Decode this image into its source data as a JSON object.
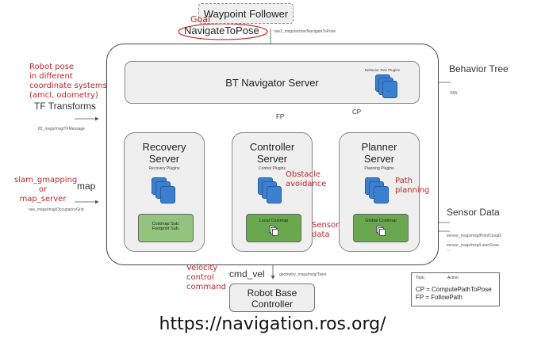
{
  "top": {
    "waypoint_follower": "Waypoint Follower",
    "goal_label": "Goal",
    "navigate_to_pose": "NavigateToPose",
    "action_msg": "nav2_msgs/action/NavigateToPose"
  },
  "left": {
    "robot_pose_note": [
      "Robot pose",
      "in different",
      "coordinate systems",
      "(amcl, odometry)"
    ],
    "tf_label": "TF Transforms",
    "tf_msg": "tf2_msgs/msg/TFMessage",
    "map_source_note": [
      "slam_gmapping",
      "or",
      "map_server"
    ],
    "map_label": "map",
    "map_msg": "nav_msgs/msg/OccupancyGrid"
  },
  "right": {
    "behavior_tree_label": "Behavior Tree",
    "xml_label": "XML",
    "sensor_data_label": "Sensor Data",
    "sensor_msgs": [
      "sensor_msgs/msg/PointCloud2",
      "...",
      "sensor_msgs/msg/LaserScan",
      "..."
    ]
  },
  "bt_navigator": {
    "title": "BT Navigator Server",
    "plugins_label": "Behavior Tree Plugins",
    "plugin_ellipsis": "..."
  },
  "connectors": {
    "fp": "FP",
    "cp": "CP"
  },
  "servers": [
    {
      "title_lines": [
        "Recovery",
        "Server"
      ],
      "plugins_label": "Recovery Plugins",
      "costmap_lines": [
        "Costmap Sub.",
        "Footprint Sub."
      ],
      "note": []
    },
    {
      "title_lines": [
        "Controller",
        "Server"
      ],
      "plugins_label": "Control Plugins",
      "costmap_lines": [
        "Local Costmap"
      ],
      "note": [
        "Obstacle",
        "avoidance"
      ]
    },
    {
      "title_lines": [
        "Planner",
        "Server"
      ],
      "plugins_label": "Planning Plugins",
      "costmap_lines": [
        "Global Costmap"
      ],
      "note": [
        "Path",
        "planning"
      ]
    }
  ],
  "sensor_note": [
    "Sensor",
    "data"
  ],
  "bottom": {
    "velocity_note": [
      "Velocity",
      "control",
      "command"
    ],
    "cmd_vel": "cmd_vel",
    "twist_msg": "geometry_msgs/msg/Twist",
    "robot_base_controller": [
      "Robot Base",
      "Controller"
    ]
  },
  "legend": {
    "topic": "Topic",
    "action": "Action",
    "cp_def": "CP = ComputePathToPose",
    "fp_def": "FP = FollowPath"
  },
  "footer_url": "https://navigation.ros.org/",
  "colors": {
    "annotation_red": "#c0272d",
    "plugin_blue": "#3a7fd0",
    "costmap_light_green": "#93c47d",
    "costmap_dark_green": "#6aa84f",
    "box_gray": "#efefef"
  }
}
